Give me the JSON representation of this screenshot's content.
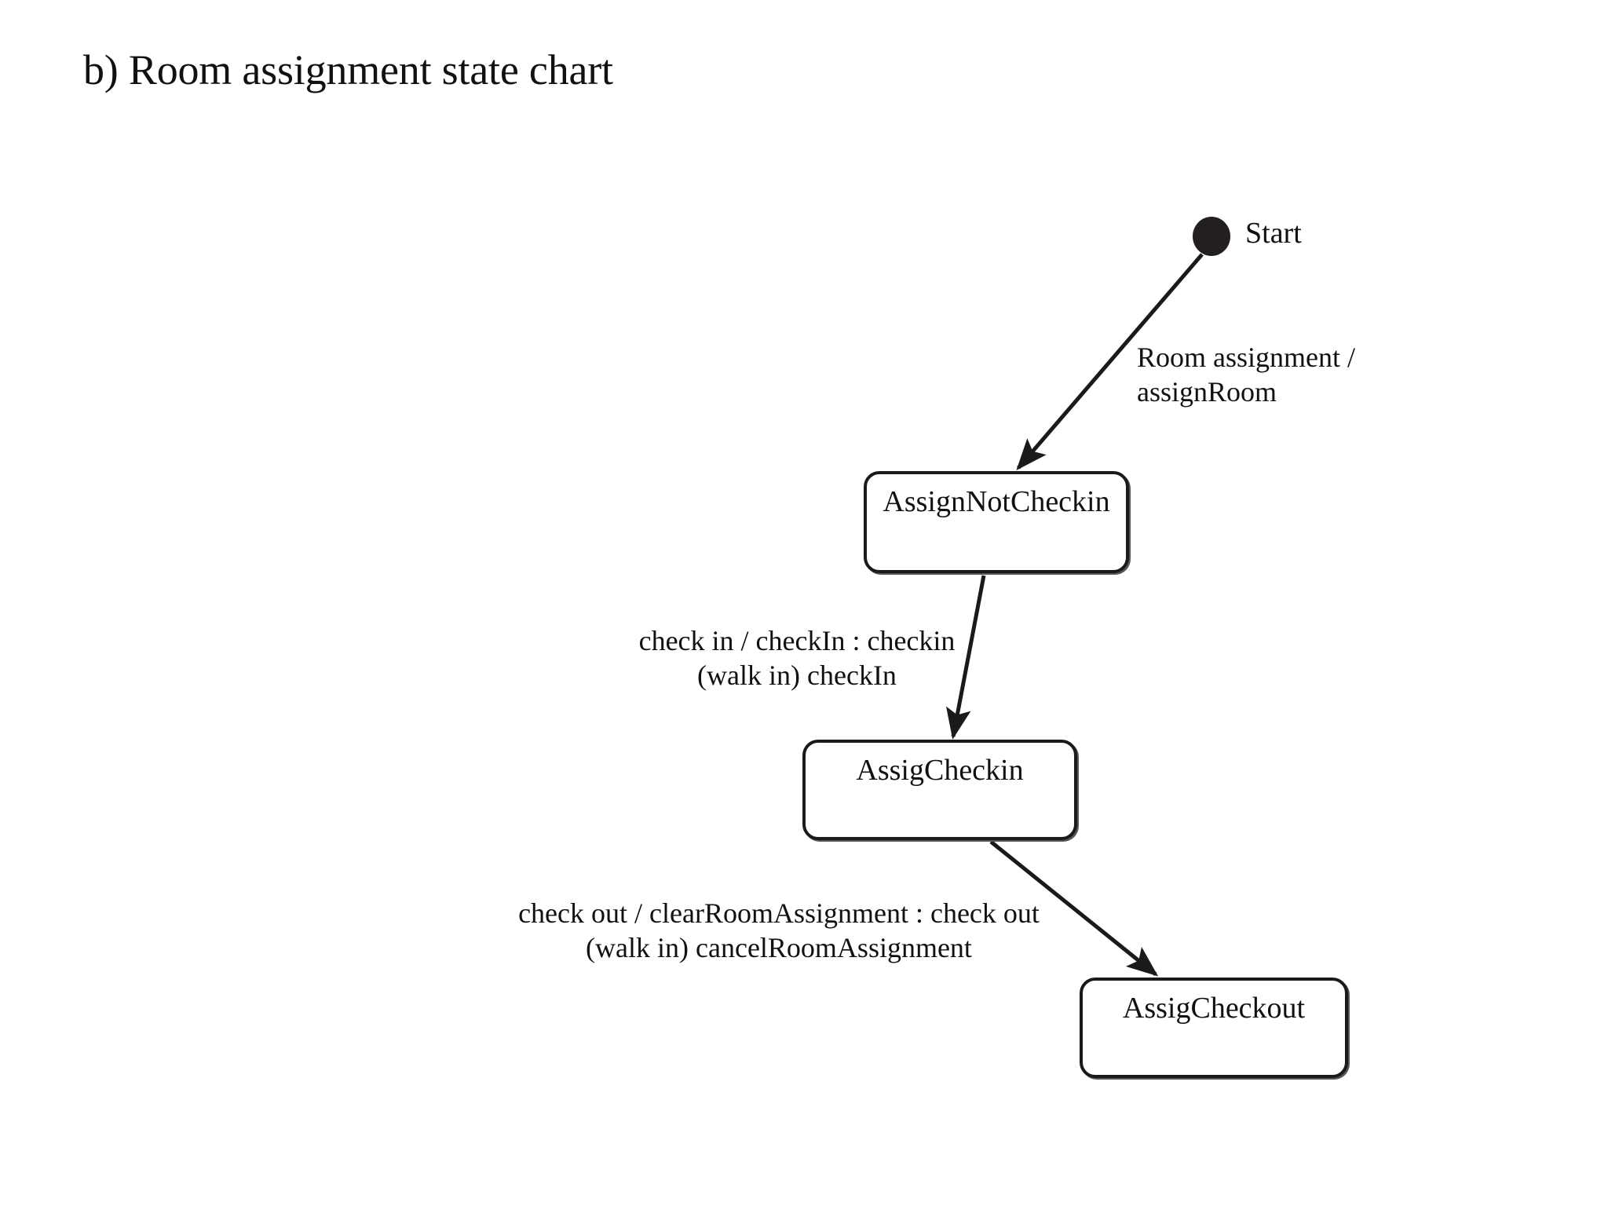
{
  "page": {
    "title": "b) Room assignment state chart",
    "background_color": "#ffffff",
    "ink_color": "#111111"
  },
  "chart_data": {
    "type": "diagram",
    "diagram_kind": "uml-state-chart",
    "title": "b) Room assignment state chart",
    "nodes": [
      {
        "id": "start",
        "kind": "initial-pseudostate",
        "label": "Start",
        "shape": "filled-circle",
        "fill": "#231f20"
      },
      {
        "id": "assignnotcheckin",
        "kind": "state",
        "label": "AssignNotCheckin",
        "shape": "rounded-rectangle"
      },
      {
        "id": "assigcheckin",
        "kind": "state",
        "label": "AssigCheckin",
        "shape": "rounded-rectangle"
      },
      {
        "id": "assigcheckout",
        "kind": "state",
        "label": "AssigCheckout",
        "shape": "rounded-rectangle"
      }
    ],
    "edges": [
      {
        "id": "start-to-assignnotcheckin",
        "from": "start",
        "to": "assignnotcheckin",
        "label_lines": [
          "Room assignment /",
          "assignRoom"
        ]
      },
      {
        "id": "assignnotcheckin-to-assigcheckin",
        "from": "assignnotcheckin",
        "to": "assigcheckin",
        "label_lines": [
          "check in / checkIn : checkin",
          "(walk in) checkIn"
        ]
      },
      {
        "id": "assigcheckin-to-assigcheckout",
        "from": "assigcheckin",
        "to": "assigcheckout",
        "label_lines": [
          "check out / clearRoomAssignment : check out",
          "(walk in) cancelRoomAssignment"
        ]
      }
    ]
  },
  "states": {
    "assignnotcheckin": {
      "label": "AssignNotCheckin"
    },
    "assigcheckin": {
      "label": "AssigCheckin"
    },
    "assigcheckout": {
      "label": "AssigCheckout"
    }
  },
  "start": {
    "label": "Start"
  },
  "transitions": {
    "start_to_assignnotcheckin": {
      "line1": "Room assignment /",
      "line2": "assignRoom"
    },
    "assignnotcheckin_to_assigcheckin": {
      "line1": "check in / checkIn : checkin",
      "line2": "(walk in) checkIn"
    },
    "assigcheckin_to_assigcheckout": {
      "line1": "check out / clearRoomAssignment : check out",
      "line2": "(walk in) cancelRoomAssignment"
    }
  }
}
